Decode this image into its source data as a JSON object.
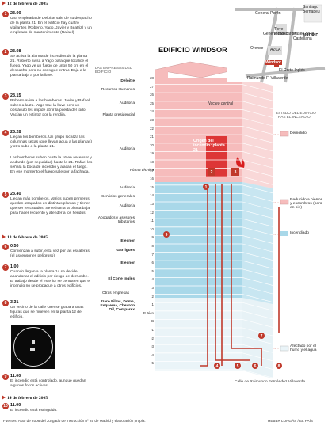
{
  "timeline": {
    "dates": [
      {
        "label": "12 de febrero de 2005"
      },
      {
        "label": "13 de febrero de 2005"
      },
      {
        "label": "14 de febrero de 2005"
      }
    ],
    "events": [
      {
        "n": "1",
        "time": "23.00",
        "text": "Una empleada de Deloitte sale de su despacho de la planta 21. En el edificio hay cuatro vigilantes (Roberto, Yago, Javier y Beatriz) y un empleado de mantenimiento (Rafael)"
      },
      {
        "n": "2",
        "time": "23.08",
        "text": "Se activa la alarma de incendios de la planta 21. Roberto avisa a Yago para que localice el fuego. Yago ve un fuego de unos 50 cm en el despacho pero no consigue entrar. Baja a la planta baja a por la llave."
      },
      {
        "n": "3",
        "time": "23.15",
        "text": "Roberto avisa a los bomberos. Javier y Rafael suben a la 21. Yago trae la llave pero un obstáculo les impide abrir la puerta del todo. Vacían un extintor por la rendija."
      },
      {
        "n": "4",
        "time": "23.28",
        "text": "Llegan los bomberos. Un grupo localiza las columnas secas (que llevan agua a las plantas) y otro sube a la planta 21."
      },
      {
        "n": "",
        "time": "",
        "text": "Los bomberos suben hasta la 16 en ascensor y andando (por seguridad) hasta la 21. Rafael les señala la boca de incendio y alacan el fuego. En ese momento el fuego sale por la fachada."
      },
      {
        "n": "5",
        "time": "23.40",
        "text": "Llegan más bomberos. Varios suben primeros, quedan atrapados en distintas plantas y tienen que ser rescatados. Se retiran a la planta baja para hacer recuento y atender a los heridos."
      },
      {
        "n": "6",
        "time": "0.50",
        "text": "Comienzan a subir, esta vez por las escaleras (el ascensor es peligroso)"
      },
      {
        "n": "7",
        "time": "1.00",
        "text": "Cuando llegan a la planta 14 se decide abandonar el edificio por riesgo de derrumbe. El trabajo desde el exterior se centra en que el incendio no se propague a otros edificios."
      },
      {
        "n": "8",
        "time": "3.31",
        "text": "Un vecino de la calle Orense graba a unas figuras que se mueven en la planta 12 del edificio."
      },
      {
        "n": "9",
        "time": "11.00",
        "text": "El incendio está controlado, aunque quedan algunos focos activos."
      },
      {
        "n": "10",
        "time": "11.00",
        "text": "El incendio está extinguido."
      }
    ]
  },
  "title": "EDIFICIO WINDSOR",
  "companies_header": "LAS EMPRESAS DEL EDIFICIO",
  "companies": [
    {
      "name": "Deloitte",
      "bold": true
    },
    {
      "name": "Recursos Humanos",
      "bold": false
    },
    {
      "name": "Auditoría",
      "bold": false
    },
    {
      "name": "Planta presidencial",
      "bold": false
    },
    {
      "name": "Auditoría",
      "bold": false
    },
    {
      "name": "Planta técnica",
      "bold": false
    },
    {
      "name": "Auditoría",
      "bold": false
    },
    {
      "name": "Servicios generales",
      "bold": false
    },
    {
      "name": "Auditoría",
      "bold": false
    },
    {
      "name": "Abogados y asesores tributarios",
      "bold": false
    },
    {
      "name": "Elecnor",
      "bold": true
    },
    {
      "name": "Garrigues",
      "bold": true
    },
    {
      "name": "Elecnor",
      "bold": true
    },
    {
      "name": "El Corte Inglés",
      "bold": true
    },
    {
      "name": "Otras empresas",
      "bold": false
    },
    {
      "name": "Izaro Films, Doma, Esquema, Chevron Oil, Comparex",
      "bold": true
    }
  ],
  "floors": [
    "28",
    "27",
    "26",
    "25",
    "24",
    "23",
    "22",
    "21",
    "20",
    "19",
    "18",
    "17",
    "16",
    "15",
    "14",
    "13",
    "12",
    "11",
    "10",
    "9",
    "8",
    "7",
    "6",
    "5",
    "4",
    "3",
    "2",
    "1",
    "P. técn",
    "B",
    "-1",
    "-2",
    "-3",
    "-4",
    "-5"
  ],
  "labels": {
    "nucleo": "Núcleo central",
    "origin": "Origen del incendio: planta 21",
    "street": "Calle de Raimundo Fernández Villaverde"
  },
  "legend": {
    "title": "ESTADO DEL EDIFICIO TRAS EL INCENDIO",
    "items": [
      {
        "label": "Demolido",
        "color": "#f6bcbc"
      },
      {
        "label": "Reducido a hierros y escombros (pero en pie)",
        "color": "#f6bcbc"
      },
      {
        "label": "Incendiado",
        "color": "#a9d8e9"
      },
      {
        "label": "Afectado por el humo y el agua",
        "color": "#eaf4f8"
      }
    ]
  },
  "map": {
    "labels": [
      "General Perón",
      "Santiago Bernabéu",
      "Torre Picasso",
      "Orense",
      "General Moscardó",
      "AZCA",
      "Paseo de la Castellana",
      "MADRID",
      "Windsor",
      "El Corte Inglés",
      "Raimundo F. Villaverde"
    ]
  },
  "footer": {
    "source": "Fuentes: Auto de 2006 del Juzgado de Instrucción nº 25 de Madrid y elaboración propia.",
    "credit": "HEBER LONGÁS / EL PAÍS"
  }
}
